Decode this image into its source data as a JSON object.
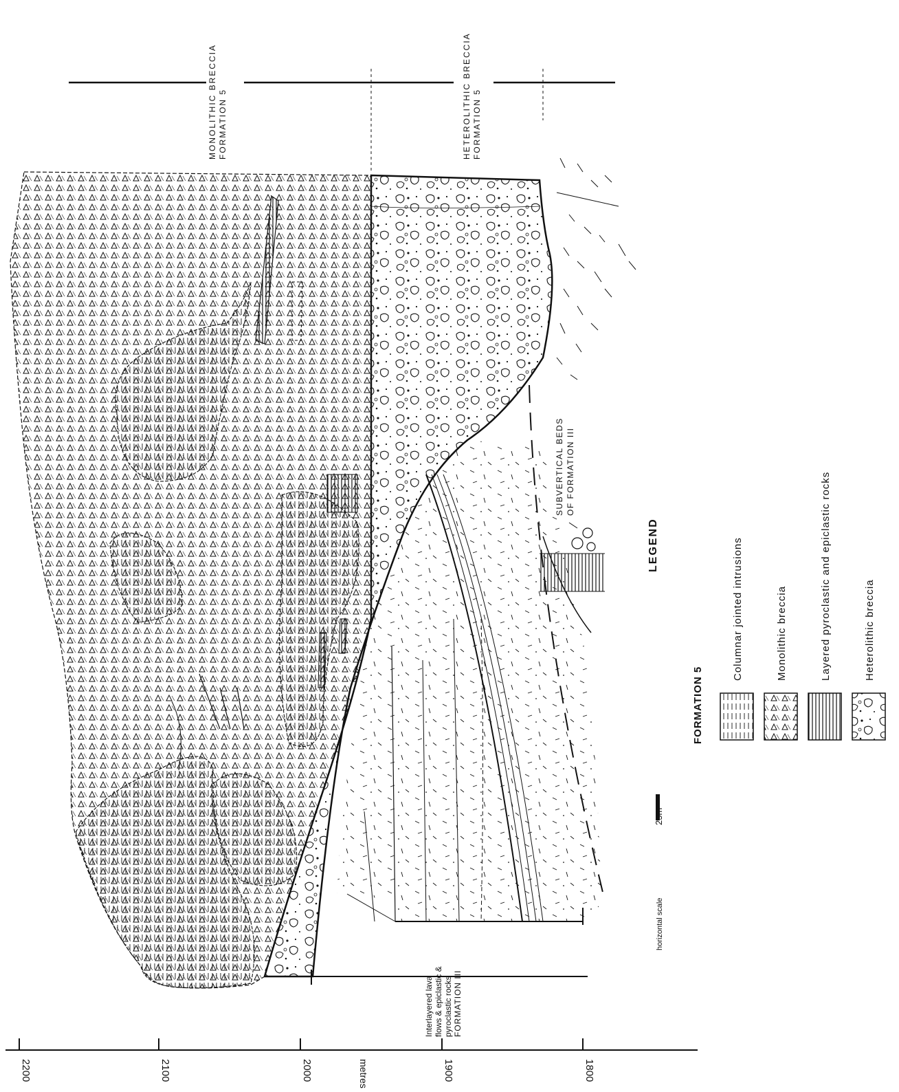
{
  "axis": {
    "label": "metres",
    "ticks": [
      "2200",
      "2100",
      "2000",
      "1900",
      "1800"
    ]
  },
  "units": {
    "monolithic_breccia": {
      "name": "MONOLITHIC BRECCIA",
      "formation": "FORMATION 5"
    },
    "heterolithic_breccia": {
      "name": "HETEROLITHIC BRECCIA",
      "formation": "FORMATION 5"
    },
    "interlayered": {
      "lines": [
        "Interlayered lava",
        "flows & epiclastic &",
        "pyroclastic rocks",
        "FORMATION III"
      ]
    },
    "subvertical": {
      "lines": [
        "SUBVERTICAL BEDS",
        "OF FORMATION III"
      ]
    }
  },
  "scale": {
    "label": "horizontal scale",
    "value": "25m"
  },
  "legend": {
    "title": "LEGEND",
    "group": "FORMATION 5",
    "items": [
      {
        "pattern": "columnar",
        "label": "Columnar jointed intrusions"
      },
      {
        "pattern": "monolithic",
        "label": "Monolithic breccia"
      },
      {
        "pattern": "layered",
        "label": "Layered pyroclastic and epiclastic rocks"
      },
      {
        "pattern": "heterolithic",
        "label": "Heterolithic breccia"
      }
    ]
  }
}
